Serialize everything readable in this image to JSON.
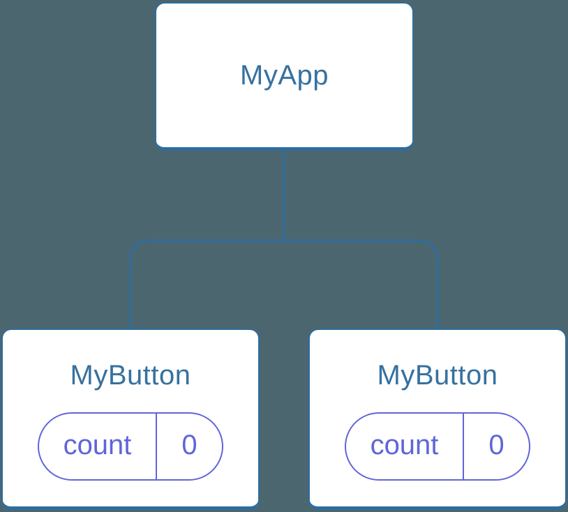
{
  "colors": {
    "background": "#4C6670",
    "node_fill": "#FFFFFF",
    "node_border": "#2E6D9D",
    "node_title": "#36719F",
    "connector": "#2E6D9D",
    "state_accent": "#6065D8"
  },
  "diagram": {
    "type": "component-tree",
    "root": {
      "title": "MyApp"
    },
    "children": [
      {
        "title": "MyButton",
        "state": {
          "name": "count",
          "value": "0"
        }
      },
      {
        "title": "MyButton",
        "state": {
          "name": "count",
          "value": "0"
        }
      }
    ]
  }
}
